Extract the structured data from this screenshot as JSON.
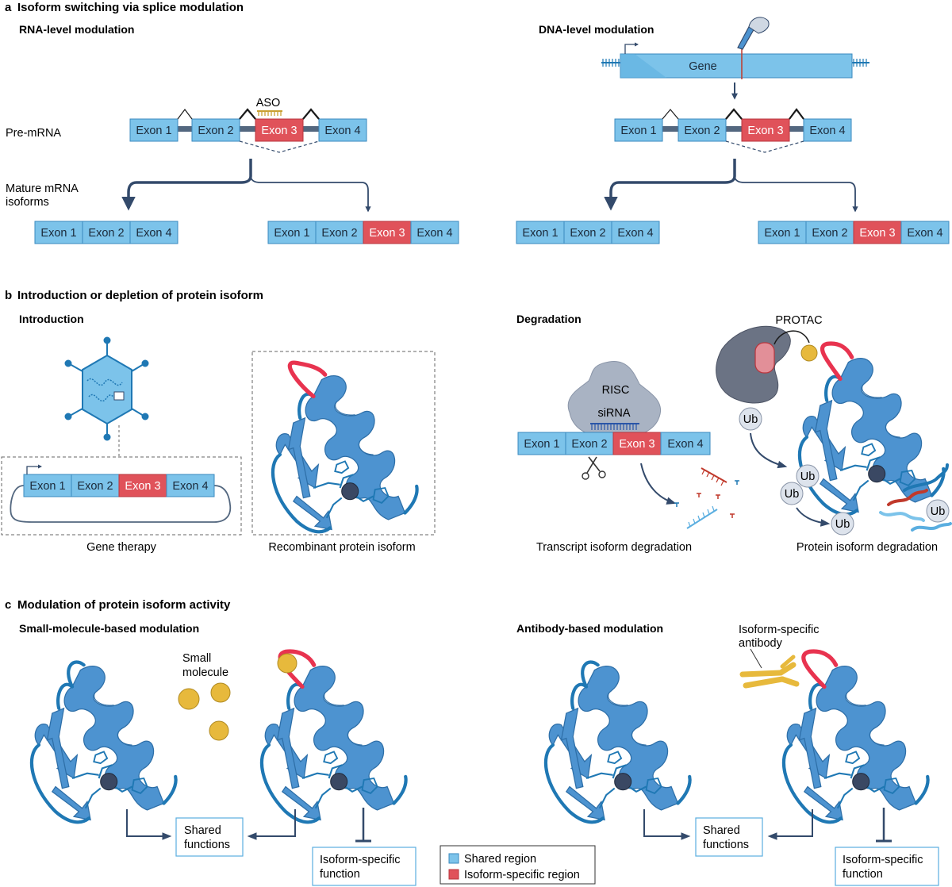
{
  "panel_a": {
    "letter": "a",
    "title": "Isoform switching via splice modulation",
    "rna_title": "RNA-level modulation",
    "dna_title": "DNA-level modulation",
    "pre_mrna_label": "Pre-mRNA",
    "mature_label_line1": "Mature mRNA",
    "mature_label_line2": "isoforms",
    "aso_label": "ASO",
    "gene_label": "Gene"
  },
  "exons": {
    "e1": "Exon 1",
    "e2": "Exon 2",
    "e3": "Exon 3",
    "e4": "Exon 4"
  },
  "panel_b": {
    "letter": "b",
    "title": "Introduction or depletion of protein isoform",
    "intro_title": "Introduction",
    "degr_title": "Degradation",
    "gene_therapy": "Gene therapy",
    "recombinant": "Recombinant protein isoform",
    "risc": "RISC",
    "sirna": "siRNA",
    "protac": "PROTAC",
    "ub": "Ub",
    "transcript_degr": "Transcript isoform degradation",
    "protein_degr": "Protein isoform degradation"
  },
  "panel_c": {
    "letter": "c",
    "title": "Modulation of protein isoform activity",
    "sm_title": "Small-molecule-based modulation",
    "ab_title": "Antibody-based modulation",
    "small_line1": "Small",
    "small_line2": "molecule",
    "antibody_line1": "Isoform-specific",
    "antibody_line2": "antibody",
    "shared_line1": "Shared",
    "shared_line2": "functions",
    "specific_line1": "Isoform-specific",
    "specific_line2": "function"
  },
  "legend": {
    "shared": "Shared region",
    "specific": "Isoform-specific region"
  },
  "colors": {
    "exon_blue": "#7cc3ea",
    "exon_red": "#e0525a",
    "protein_blue": "#4d93d0",
    "protein_dark": "#1f78b4",
    "loop_red": "#e8334f",
    "arrow_navy": "#334a6b",
    "gold": "#e7b93c"
  }
}
